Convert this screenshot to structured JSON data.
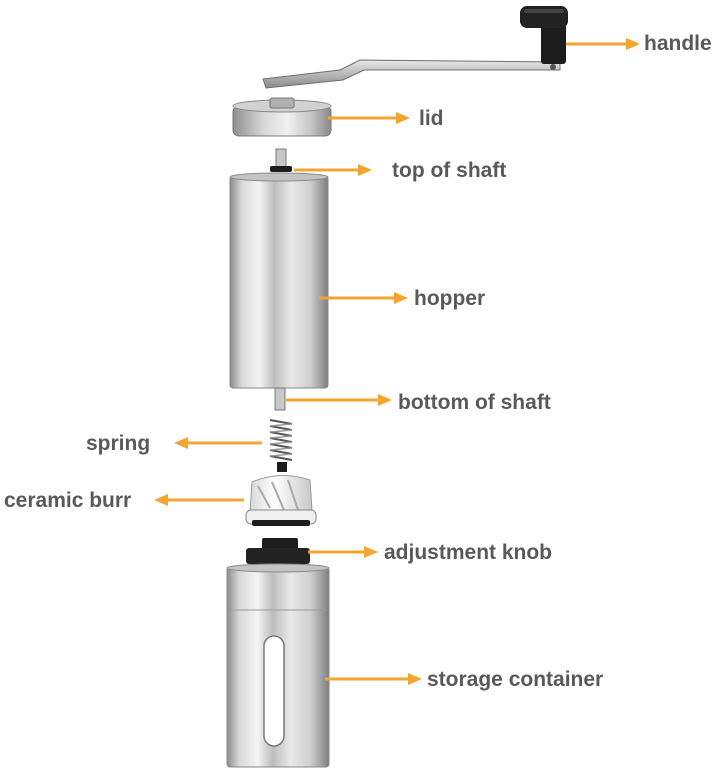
{
  "colors": {
    "arrow": "#F2A531",
    "label": "#595959",
    "steel_light": "#e6e6e6",
    "steel_dark": "#7a7a7a",
    "black_part": "#1c1c1c"
  },
  "labels": {
    "handle": "handle",
    "lid": "lid",
    "top_of_shaft": "top of shaft",
    "hopper": "hopper",
    "bottom_of_shaft": "bottom of shaft",
    "spring": "spring",
    "ceramic_burr": "ceramic burr",
    "adjustment_knob": "adjustment knob",
    "storage_container": "storage container"
  }
}
